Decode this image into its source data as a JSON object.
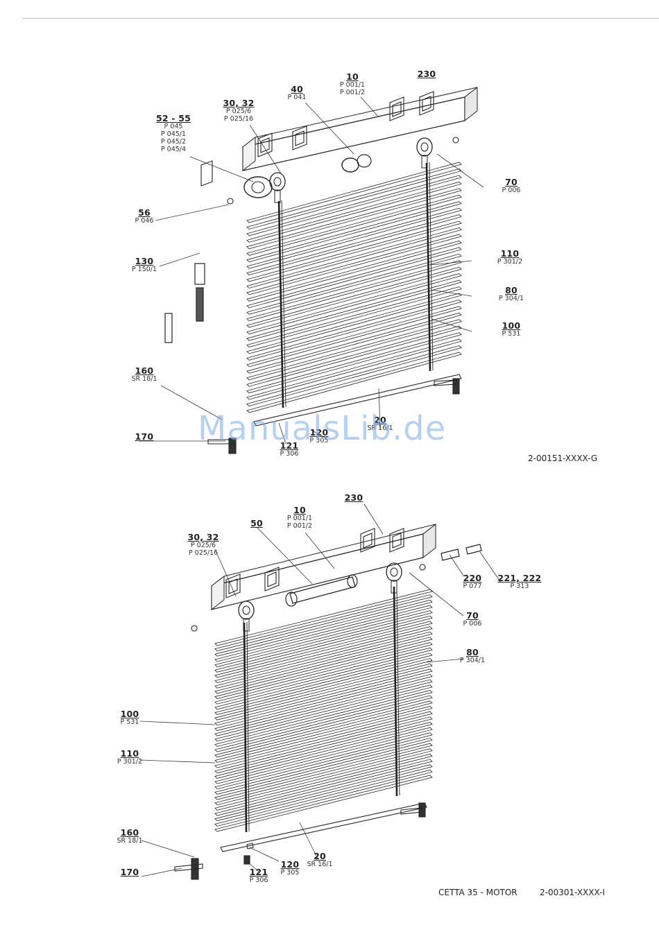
{
  "diagram1": {
    "ref_code": "2-00151-XXXX-G",
    "labels": [
      {
        "id": "10",
        "num": "10",
        "codes": [
          "P 001/1",
          "P 001/2"
        ]
      },
      {
        "id": "230",
        "num": "230",
        "codes": []
      },
      {
        "id": "40",
        "num": "40",
        "codes": [
          "P 041"
        ]
      },
      {
        "id": "30_32",
        "num": "30, 32",
        "codes": [
          "P 025/6",
          "P 025/16"
        ]
      },
      {
        "id": "52_55",
        "num": "52 - 55",
        "codes": [
          "P 045",
          "P 045/1",
          "P 045/2",
          "P 045/4"
        ]
      },
      {
        "id": "70",
        "num": "70",
        "codes": [
          "P 006"
        ]
      },
      {
        "id": "56",
        "num": "56",
        "codes": [
          "P 046"
        ]
      },
      {
        "id": "110",
        "num": "110",
        "codes": [
          "P 301/2"
        ]
      },
      {
        "id": "130",
        "num": "130",
        "codes": [
          "P 150/1"
        ]
      },
      {
        "id": "80",
        "num": "80",
        "codes": [
          "P 304/1"
        ]
      },
      {
        "id": "100",
        "num": "100",
        "codes": [
          "P 531"
        ]
      },
      {
        "id": "160",
        "num": "160",
        "codes": [
          "SR 18/1"
        ]
      },
      {
        "id": "20",
        "num": "20",
        "codes": [
          "SR 16/1"
        ]
      },
      {
        "id": "170",
        "num": "170",
        "codes": []
      },
      {
        "id": "120",
        "num": "120",
        "codes": [
          "P 305"
        ]
      },
      {
        "id": "121",
        "num": "121",
        "codes": [
          "P 306"
        ]
      }
    ]
  },
  "diagram2": {
    "caption": "CETTA 35 - MOTOR",
    "ref_code": "2-00301-XXXX-I",
    "labels": [
      {
        "id": "230",
        "num": "230",
        "codes": []
      },
      {
        "id": "10",
        "num": "10",
        "codes": [
          "P 001/1",
          "P 001/2"
        ]
      },
      {
        "id": "50",
        "num": "50",
        "codes": []
      },
      {
        "id": "30_32",
        "num": "30, 32",
        "codes": [
          "P 025/6",
          "P 025/16"
        ]
      },
      {
        "id": "220",
        "num": "220",
        "codes": [
          "P 077"
        ]
      },
      {
        "id": "221_222",
        "num": "221, 222",
        "codes": [
          "P 313"
        ]
      },
      {
        "id": "70",
        "num": "70",
        "codes": [
          "P 006"
        ]
      },
      {
        "id": "80",
        "num": "80",
        "codes": [
          "P 304/1"
        ]
      },
      {
        "id": "100",
        "num": "100",
        "codes": [
          "P 531"
        ]
      },
      {
        "id": "110",
        "num": "110",
        "codes": [
          "P 301/2"
        ]
      },
      {
        "id": "160",
        "num": "160",
        "codes": [
          "SR 18/1"
        ]
      },
      {
        "id": "20",
        "num": "20",
        "codes": [
          "SR 16/1"
        ]
      },
      {
        "id": "120",
        "num": "120",
        "codes": [
          "P 305"
        ]
      },
      {
        "id": "170",
        "num": "170",
        "codes": []
      },
      {
        "id": "121",
        "num": "121",
        "codes": [
          "P 306"
        ]
      }
    ]
  },
  "watermark": "ManualsLib.de"
}
